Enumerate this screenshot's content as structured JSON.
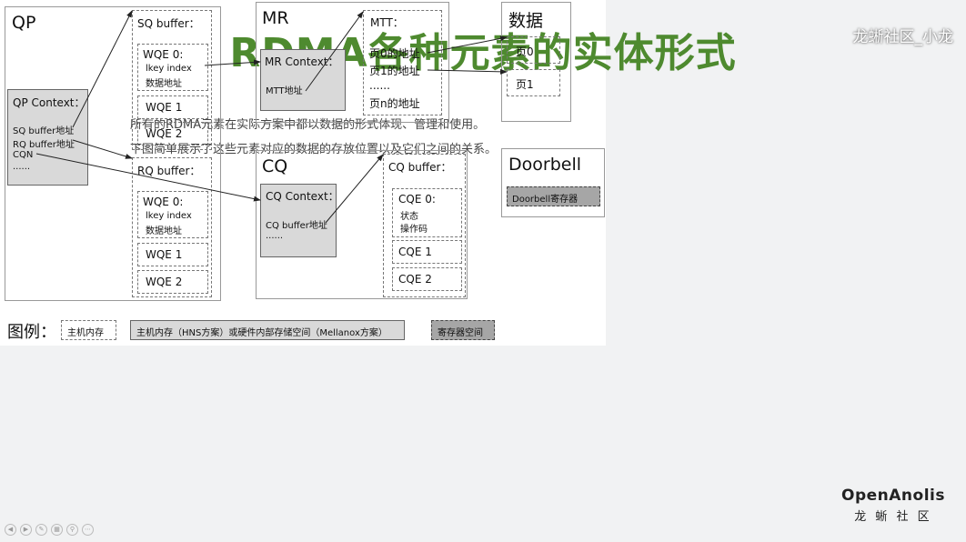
{
  "title": "RDMA各种元素的实体形式",
  "watermark": "龙蜥社区_小龙",
  "intro": {
    "line1": "所有的RDMA元素在实际方案中都以数据的形式体现、管理和使用。",
    "line2": "下图简单展示了这些元素对应的数据的存放位置以及它们之间的关系。"
  },
  "qp": {
    "title": "QP",
    "context_title": "QP Context：",
    "fields": [
      "SQ buffer地址",
      "RQ buffer地址",
      "CQN",
      "......"
    ]
  },
  "sq_buffer": {
    "title": "SQ buffer：",
    "wqe0_title": "WQE 0:",
    "wqe0_lines": [
      "lkey index",
      "数据地址"
    ],
    "wqe1": "WQE 1",
    "wqe2": "WQE 2"
  },
  "rq_buffer": {
    "title": "RQ buffer：",
    "wqe0_title": "WQE 0:",
    "wqe0_lines": [
      "lkey index",
      "数据地址"
    ],
    "wqe1": "WQE 1",
    "wqe2": "WQE 2"
  },
  "mr": {
    "title": "MR",
    "context_title": "MR Context：",
    "field": "MTT地址"
  },
  "mtt": {
    "title": "MTT：",
    "entries": [
      "页0的地址",
      "页1的地址",
      "......",
      "页n的地址"
    ]
  },
  "data_block": {
    "title": "数据",
    "pages": [
      "页0",
      "页1"
    ]
  },
  "cq": {
    "title": "CQ",
    "context_title": "CQ Context：",
    "fields": [
      "CQ buffer地址",
      "......"
    ]
  },
  "cq_buffer": {
    "title": "CQ buffer：",
    "cqe0_title": "CQE 0:",
    "cqe0_lines": [
      "状态",
      "操作码"
    ],
    "cqe1": "CQE 1",
    "cqe2": "CQE 2"
  },
  "doorbell": {
    "title": "Doorbell",
    "register": "Doorbell寄存器"
  },
  "legend": {
    "label": "图例：",
    "items": [
      "主机内存",
      "主机内存（HNS方案）或硬件内部存储空间（Mellanox方案）",
      "寄存器空间"
    ]
  },
  "logo": {
    "name": "OpenAnolis",
    "sub": "龙 蜥 社 区"
  },
  "colors": {
    "title_green": "#4e8a2f",
    "gray_fill": "#d9d9d9",
    "dark_fill": "#a6a6a6"
  }
}
